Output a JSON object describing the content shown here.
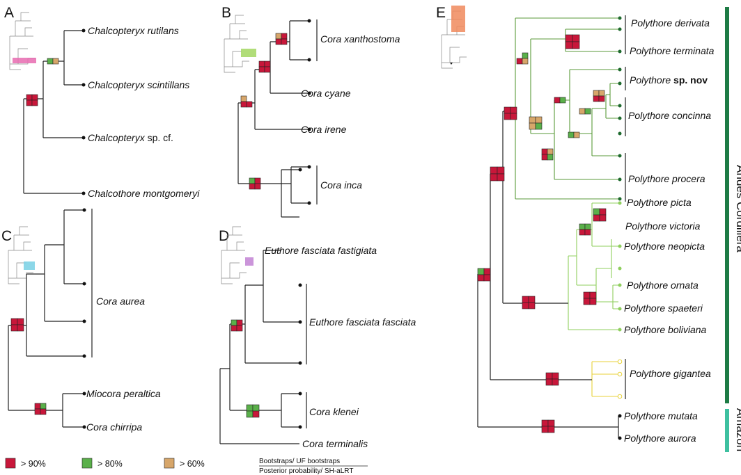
{
  "panels": {
    "A": {
      "letter": "A",
      "taxa": [
        {
          "genus": "Chalcopteryx",
          "epithet": "rutilans"
        },
        {
          "genus": "Chalcopteryx",
          "epithet": "scintillans"
        },
        {
          "genus": "Chalcopteryx",
          "epithet": "sp. cf."
        },
        {
          "genus": "Chalcothore",
          "epithet": "montgomeryi"
        }
      ]
    },
    "B": {
      "letter": "B",
      "taxa": [
        {
          "name": "Cora xanthostoma"
        },
        {
          "name": "Cora cyane"
        },
        {
          "name": "Cora irene"
        },
        {
          "name": "Cora inca"
        }
      ]
    },
    "C": {
      "letter": "C",
      "taxa": [
        {
          "name": "Cora aurea"
        },
        {
          "name": "Miocora peraltica"
        },
        {
          "name": "Cora chirripa"
        }
      ]
    },
    "D": {
      "letter": "D",
      "taxa": [
        {
          "name": "Euthore fasciata fastigiata"
        },
        {
          "name": "Euthore fasciata fasciata"
        },
        {
          "name": "Cora klenei"
        },
        {
          "name": "Cora terminalis"
        }
      ]
    },
    "E": {
      "letter": "E",
      "taxa": [
        {
          "genus": "Polythore",
          "epithet": "derivata"
        },
        {
          "genus": "Polythore",
          "epithet": "terminata"
        },
        {
          "genus": "Polythore",
          "epithet": "sp. nov"
        },
        {
          "genus": "Polythore",
          "epithet": "concinna"
        },
        {
          "genus": "Polythore",
          "epithet": "procera"
        },
        {
          "genus": "Polythore",
          "epithet": "picta"
        },
        {
          "genus": "Polythore",
          "epithet": "victoria"
        },
        {
          "genus": "Polythore",
          "epithet": "neopicta"
        },
        {
          "genus": "Polythore",
          "epithet": "ornata"
        },
        {
          "genus": "Polythore",
          "epithet": "spaeteri"
        },
        {
          "genus": "Polythore",
          "epithet": "boliviana"
        },
        {
          "genus": "Polythore",
          "epithet": "gigantea"
        },
        {
          "genus": "Polythore",
          "epithet": "mutata"
        },
        {
          "genus": "Polythore",
          "epithet": "aurora"
        }
      ],
      "regions": [
        {
          "label": "Andes Cordillera",
          "color": "#1e7b45"
        },
        {
          "label": "Amazon",
          "color": "#3ec0a0"
        }
      ]
    }
  },
  "legend": {
    "items": [
      {
        "label": "> 90%",
        "color": "#c8173a"
      },
      {
        "label": "> 80%",
        "color": "#5ab04a"
      },
      {
        "label": "> 60%",
        "color": "#d7a66a"
      }
    ],
    "support_top": "Bootstraps/ UF bootstraps",
    "support_bottom": "Posterior probability/ SH-aLRT"
  },
  "colors": {
    "support_high": "#c8173a",
    "support_mid": "#5ab04a",
    "support_low": "#d7a66a",
    "clade_andes_main": "#5a9a3a",
    "clade_andes_light": "#8fcf5e",
    "clade_gigantea": "#e8d23a",
    "branch": "#222222",
    "highlight_A": "#e86bb0",
    "highlight_B": "#a8d96a",
    "highlight_C": "#7fd3e6",
    "highlight_D": "#c58ad6",
    "highlight_E": "#f08a5d"
  }
}
